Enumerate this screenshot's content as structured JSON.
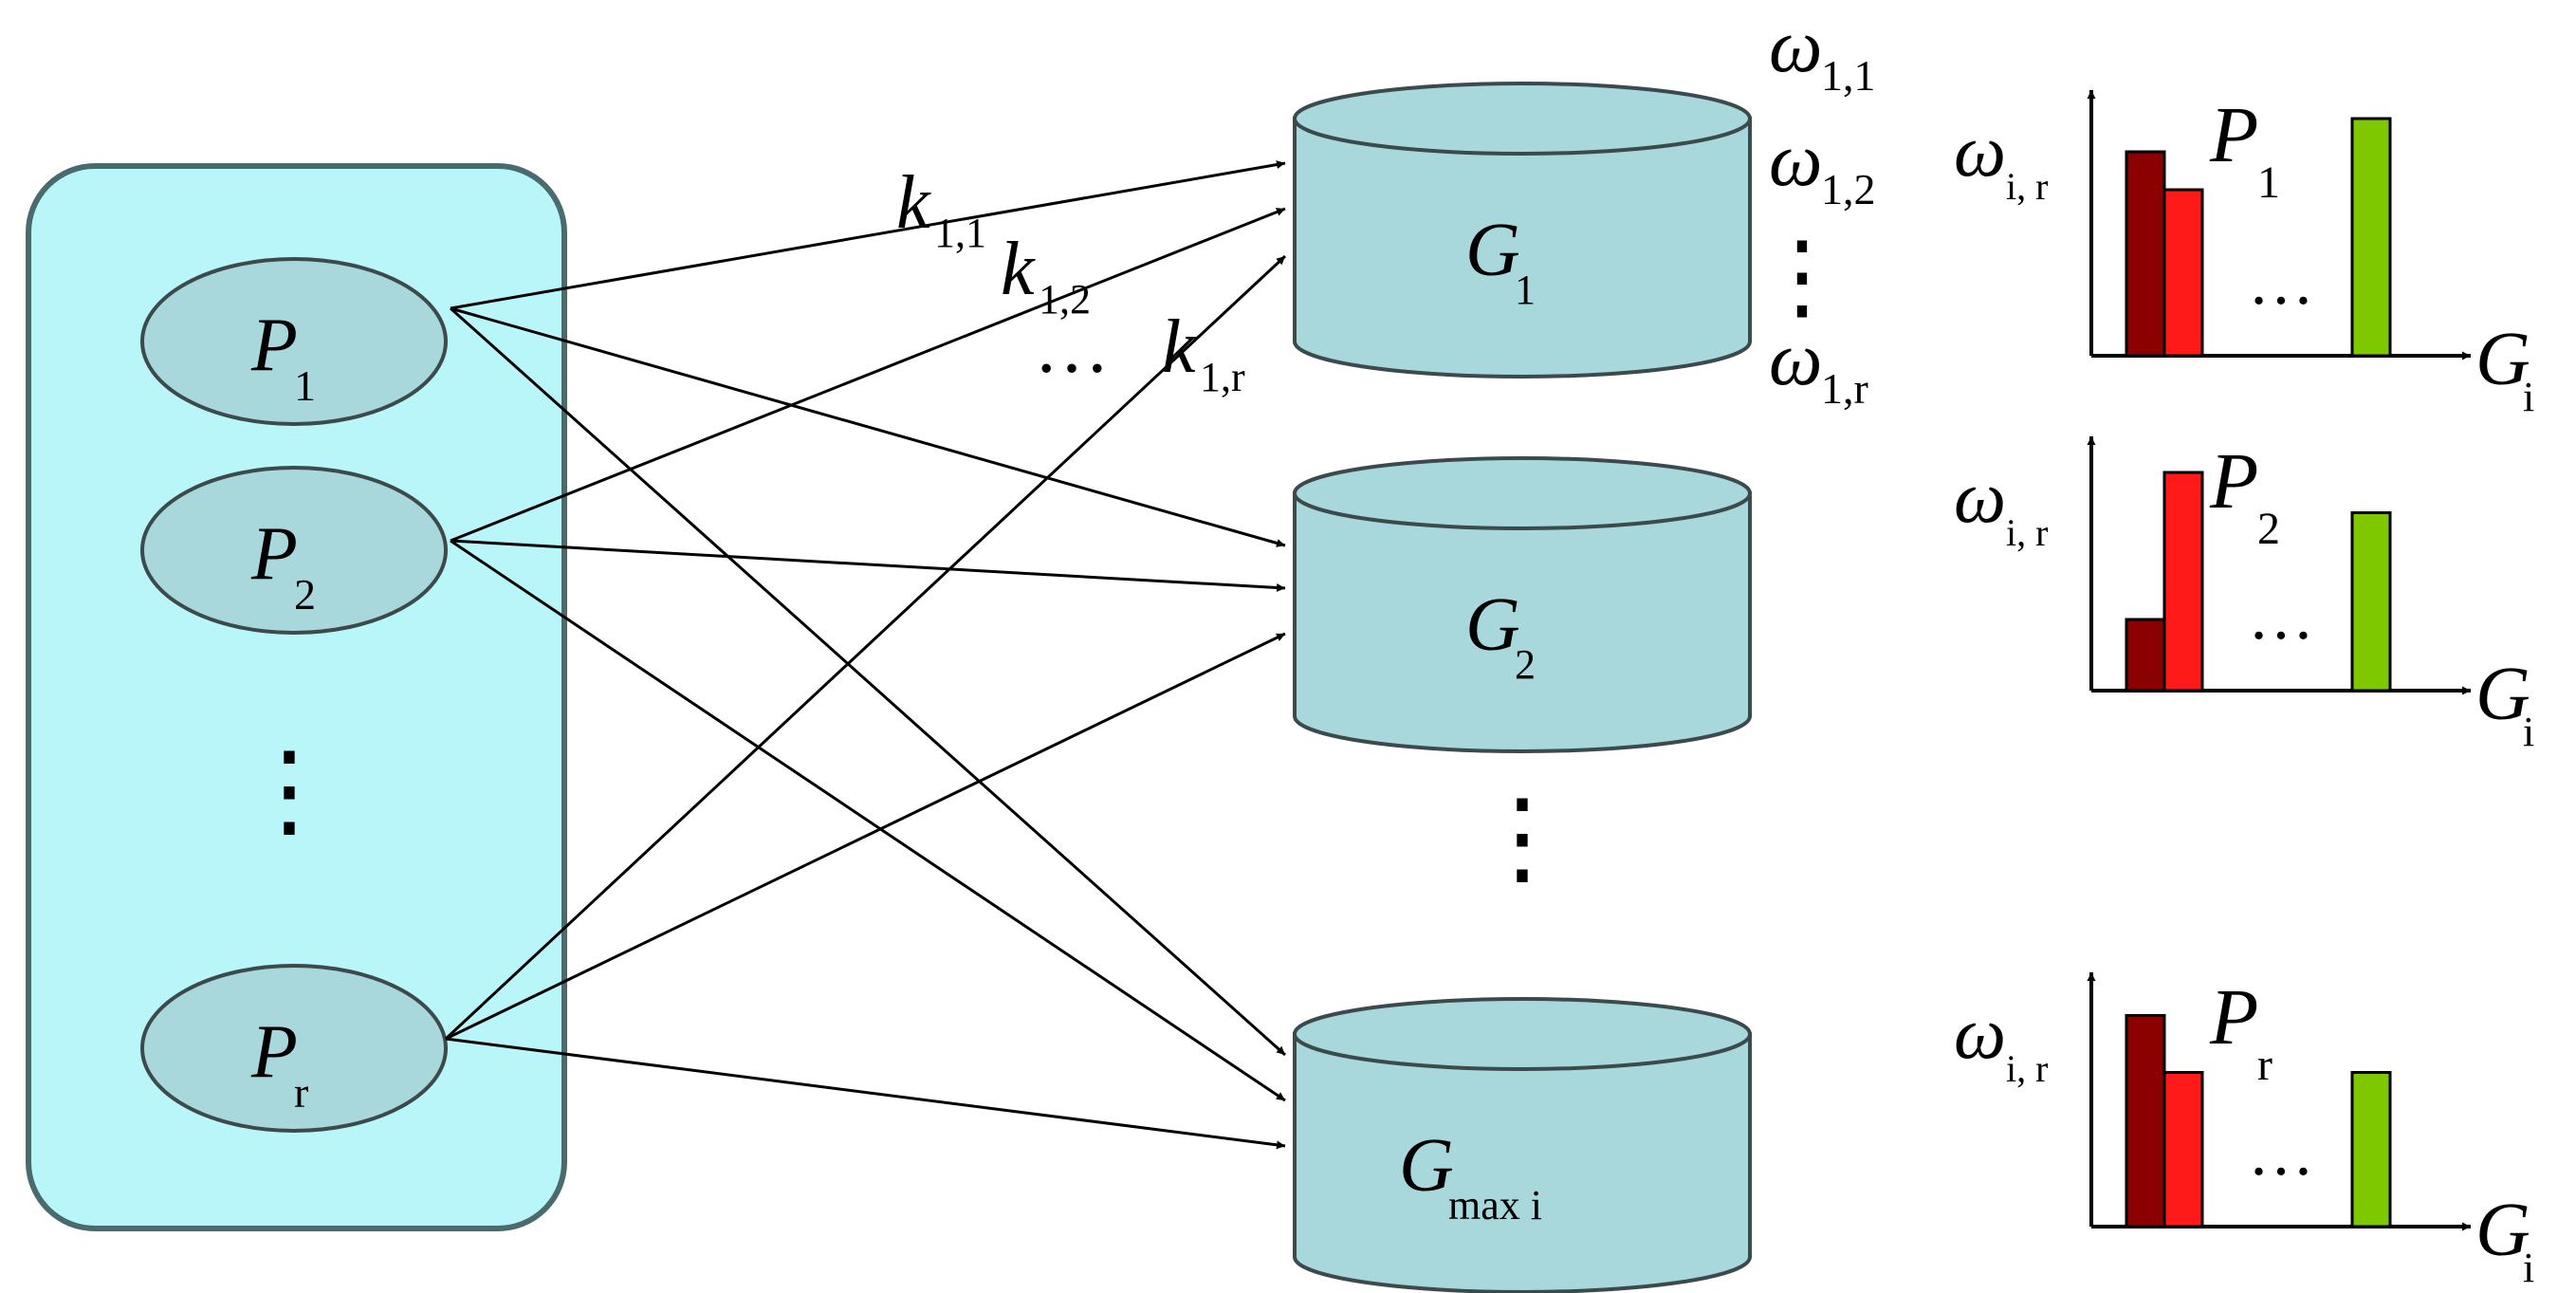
{
  "palette": {
    "panel_fill": "#b8f6f9",
    "panel_stroke": "#4a6b6d",
    "node_fill": "#a8d8dc",
    "node_stroke": "#3c4a4c",
    "bar_dark": "#8b0000",
    "bar_red": "#ff1a1a",
    "bar_green": "#7ec800"
  },
  "processes": [
    {
      "sym": "P",
      "sub": "1"
    },
    {
      "sym": "P",
      "sub": "2"
    },
    {
      "sym": "P",
      "sub": "r"
    }
  ],
  "process_ellipsis": "⋮",
  "groups": [
    {
      "sym": "G",
      "sub": "1"
    },
    {
      "sym": "G",
      "sub": "2"
    },
    {
      "sym": "G",
      "sub": "max i"
    }
  ],
  "group_ellipsis": "⋮",
  "edge_labels": [
    {
      "sym": "k",
      "sub": "1,1"
    },
    {
      "sym": "k",
      "sub": "1,2"
    },
    {
      "sym": "k",
      "sub": "1,r"
    }
  ],
  "edge_label_ellipsis": "…",
  "weights": [
    {
      "sym": "ω",
      "sub": "1,1"
    },
    {
      "sym": "ω",
      "sub": "1,2"
    },
    {
      "sym": "ω",
      "sub": "1,r"
    }
  ],
  "weight_ellipsis": "⋮",
  "histograms": [
    {
      "title_sym": "P",
      "title_sub": "1",
      "ylabel_sym": "ω",
      "ylabel_sub": "i, r",
      "xlabel_sym": "G",
      "xlabel_sub": "i",
      "ellipsis": "…",
      "bars": [
        0.86,
        0.7,
        1.0
      ]
    },
    {
      "title_sym": "P",
      "title_sub": "2",
      "ylabel_sym": "ω",
      "ylabel_sub": "i, r",
      "xlabel_sym": "G",
      "xlabel_sub": "i",
      "ellipsis": "…",
      "bars": [
        0.3,
        0.92,
        0.75
      ]
    },
    {
      "title_sym": "P",
      "title_sub": "r",
      "ylabel_sym": "ω",
      "ylabel_sub": "i, r",
      "xlabel_sym": "G",
      "xlabel_sub": "i",
      "ellipsis": "…",
      "bars": [
        0.89,
        0.65,
        0.65
      ]
    }
  ]
}
